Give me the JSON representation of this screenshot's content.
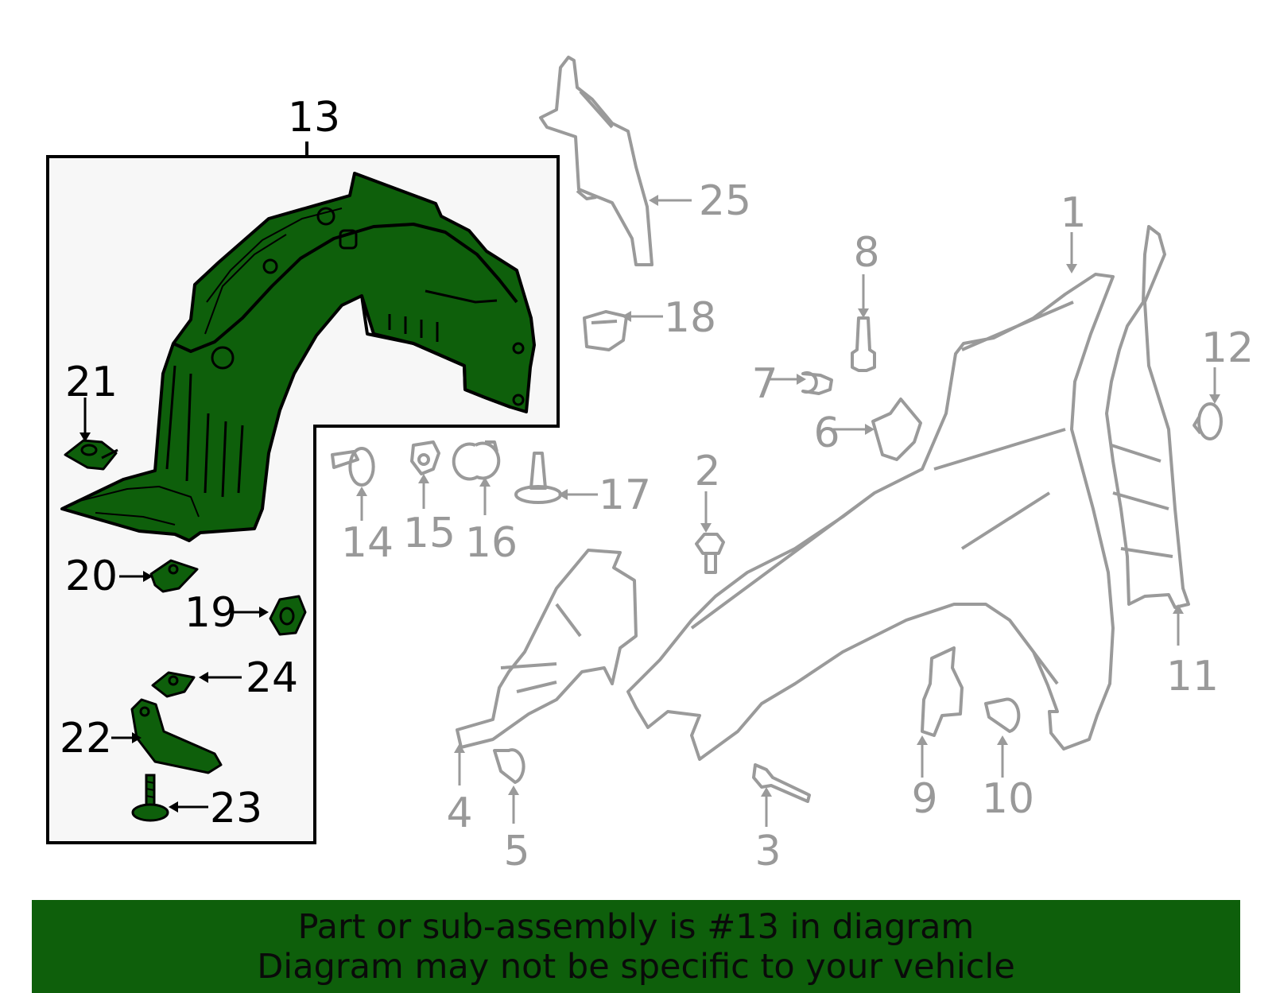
{
  "colors": {
    "highlight_fill": "#0e5f0b",
    "highlight_stroke": "#000000",
    "dim_stroke": "#9a9a9a",
    "banner_bg": "#0e5f0b",
    "banner_text": "#0a0a0a",
    "group_box_bg": "#f7f7f7"
  },
  "highlighted_part": "13",
  "callouts": {
    "c1": "1",
    "c2": "2",
    "c3": "3",
    "c4": "4",
    "c5": "5",
    "c6": "6",
    "c7": "7",
    "c8": "8",
    "c9": "9",
    "c10": "10",
    "c11": "11",
    "c12": "12",
    "c13": "13",
    "c14": "14",
    "c15": "15",
    "c16": "16",
    "c17": "17",
    "c18": "18",
    "c19": "19",
    "c20": "20",
    "c21": "21",
    "c22": "22",
    "c23": "23",
    "c24": "24",
    "c25": "25"
  },
  "banner": {
    "line1": "Part or sub-assembly is #13 in diagram",
    "line2": "Diagram may not be specific to your vehicle"
  }
}
